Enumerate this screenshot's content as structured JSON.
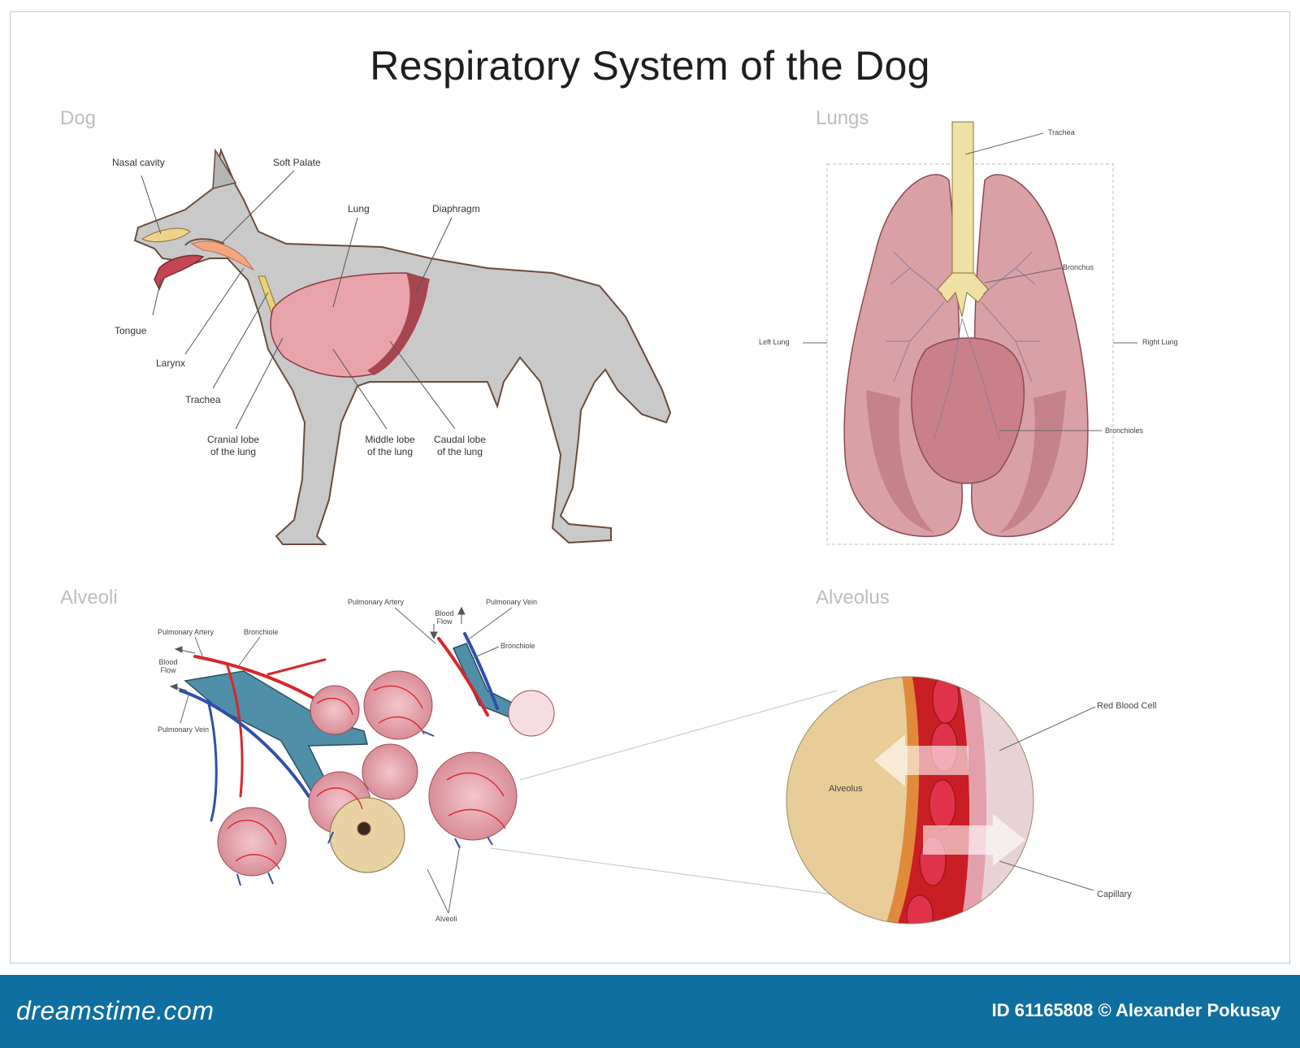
{
  "title": "Respiratory System of the Dog",
  "sections": {
    "dog": "Dog",
    "lungs": "Lungs",
    "alveoli": "Alveoli",
    "alveolus": "Alveolus"
  },
  "dog_labels": {
    "nasal_cavity": "Nasal cavity",
    "soft_palate": "Soft Palate",
    "lung": "Lung",
    "diaphragm": "Diaphragm",
    "tongue": "Tongue",
    "larynx": "Larynx",
    "trachea": "Trachea",
    "cranial_lobe": "Cranial lobe\nof the lung",
    "middle_lobe": "Middle lobe\nof the lung",
    "caudal_lobe": "Caudal lobe\nof the lung"
  },
  "lungs_labels": {
    "trachea": "Trachea",
    "bronchus": "Bronchus",
    "left_lung": "Left Lung",
    "right_lung": "Right Lung",
    "bronchioles": "Bronchioles"
  },
  "alveoli_labels": {
    "pulmonary_artery_left": "Pulmonary Artery",
    "bronchiole_left": "Bronchiole",
    "blood_flow_left": "Blood\nFlow",
    "pulmonary_vein_left": "Pulmonary Vein",
    "pulmonary_artery_top": "Pulmonary Artery",
    "blood_flow_top": "Blood\nFlow",
    "pulmonary_vein_top": "Pulmonary Vein",
    "bronchiole_right": "Bronchiole",
    "alveoli": "Alveoli"
  },
  "alveolus_labels": {
    "red_blood_cell": "Red Blood Cell",
    "alveolus": "Alveolus",
    "capillary": "Capillary"
  },
  "footer": {
    "logo": "dreamstime.com",
    "credit": "ID 61165808 © Alexander Pokusay"
  },
  "colors": {
    "dog_fur": "#c9c9c9",
    "lung_pink": "#e8a3ab",
    "lung_dark": "#a7464f",
    "trachea_yellow": "#efe1a5",
    "vessel_red": "#d9262a",
    "vessel_blue": "#2f4fa8",
    "bronchiole_teal": "#4f8fa8",
    "footer_blue": "#0f6fa0"
  }
}
